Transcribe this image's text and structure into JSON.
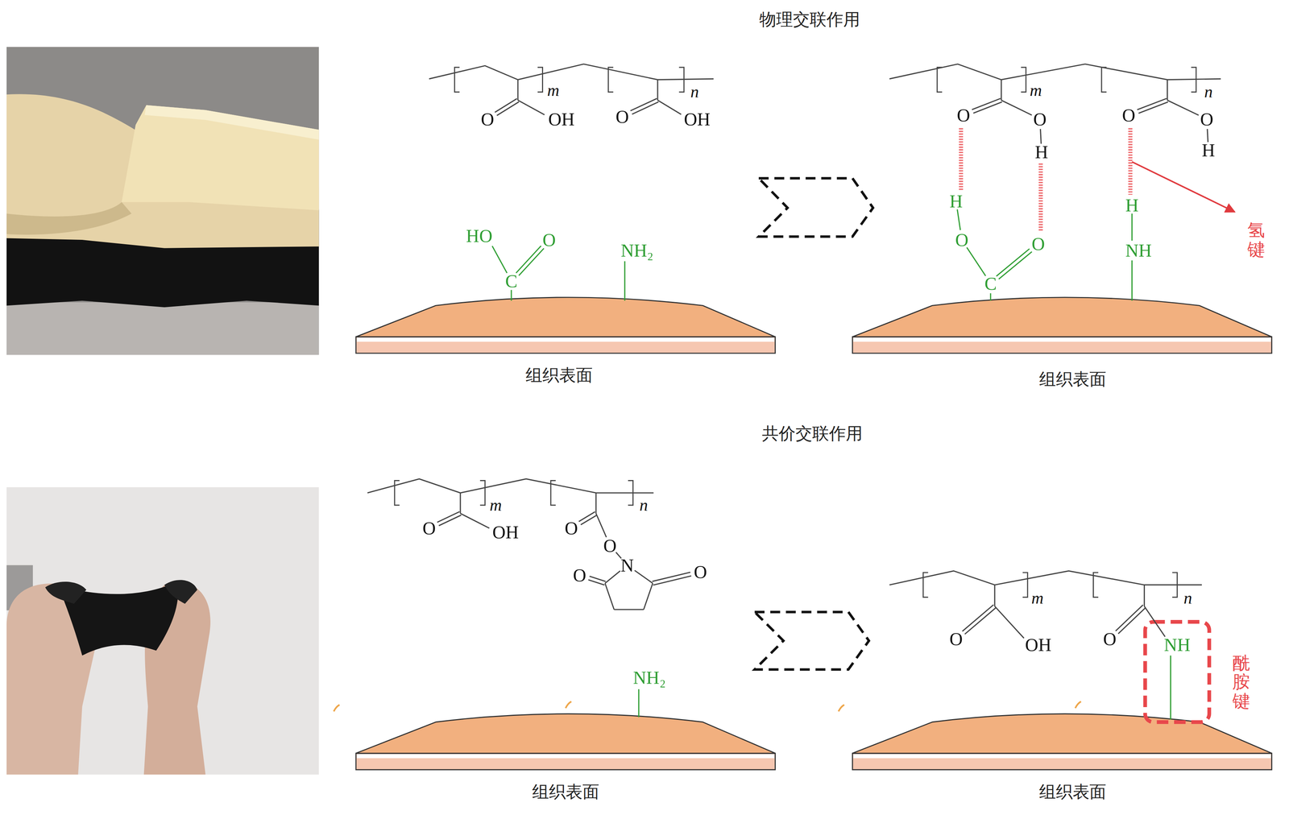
{
  "diagram": {
    "labels": [
      "物理交联作用",
      "O",
      "OH",
      "m",
      "O",
      "OH",
      "n",
      "HO",
      "O",
      "C",
      "NH₂",
      "组织表面",
      "O",
      "O",
      "H",
      "m",
      "O",
      "O",
      "H",
      "n",
      "H",
      "O",
      "O",
      "C",
      "H",
      "NH",
      "氢键",
      "组织表面",
      "共价交联作用",
      "O",
      "OH",
      "m",
      "O",
      "O",
      "N",
      "O",
      "O",
      "n",
      "NH₂",
      "组织表面",
      "O",
      "OH",
      "m",
      "O",
      "NH",
      "n",
      "酰胺键",
      "组织表面"
    ]
  }
}
